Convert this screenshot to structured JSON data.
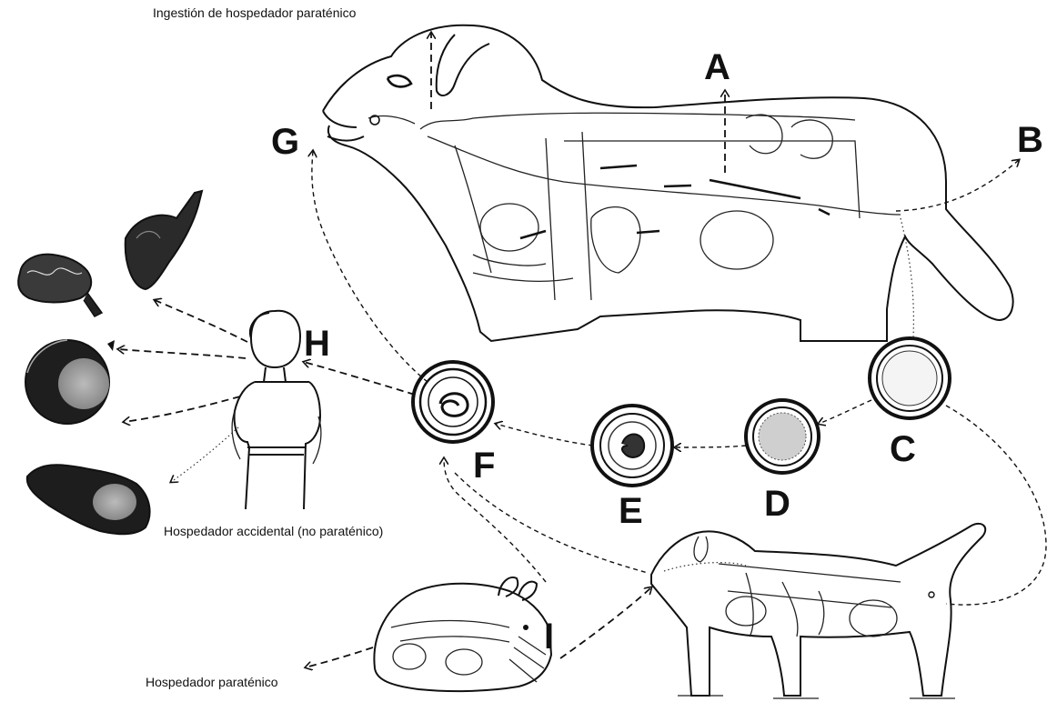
{
  "captions": {
    "top": "Ingestión de hospedador paraténico",
    "accidental": "Hospedador accidental (no paraténico)",
    "paratenic": "Hospedador paraténico"
  },
  "letters": {
    "A": "A",
    "B": "B",
    "C": "C",
    "D": "D",
    "E": "E",
    "F": "F",
    "G": "G",
    "H": "H",
    "I": "I"
  },
  "colors": {
    "ink": "#111111",
    "paper": "#ffffff"
  }
}
